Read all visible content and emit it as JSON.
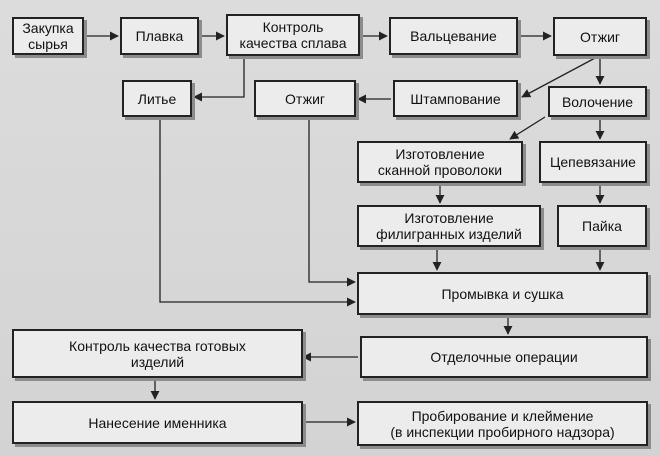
{
  "nodes": {
    "zakupka": "Закупка\nсырья",
    "plavka": "Плавка",
    "kontrol_splava": "Контроль\nкачества сплава",
    "valtsevanie": "Вальцевание",
    "otzhig_top": "Отжиг",
    "lite": "Литье",
    "otzhig_mid": "Отжиг",
    "shtampovanie": "Штампование",
    "volochenie": "Волочение",
    "skannaya": "Изготовление\nсканной проволоки",
    "tsepevyazanie": "Цепевязание",
    "filigrannye": "Изготовление\nфилигранных изделий",
    "payka": "Пайка",
    "promyvka": "Промывка и сушка",
    "kontrol_gotovykh": "Контроль качества готовых\nизделий",
    "otdelochnye": "Отделочные операции",
    "imennik": "Нанесение именника",
    "probirovanie": "Пробирование и клеймение\n(в инспекции пробирного надзора)"
  },
  "colors": {
    "box": "#ececec",
    "border": "#222222",
    "background": "#d9d9d9"
  }
}
